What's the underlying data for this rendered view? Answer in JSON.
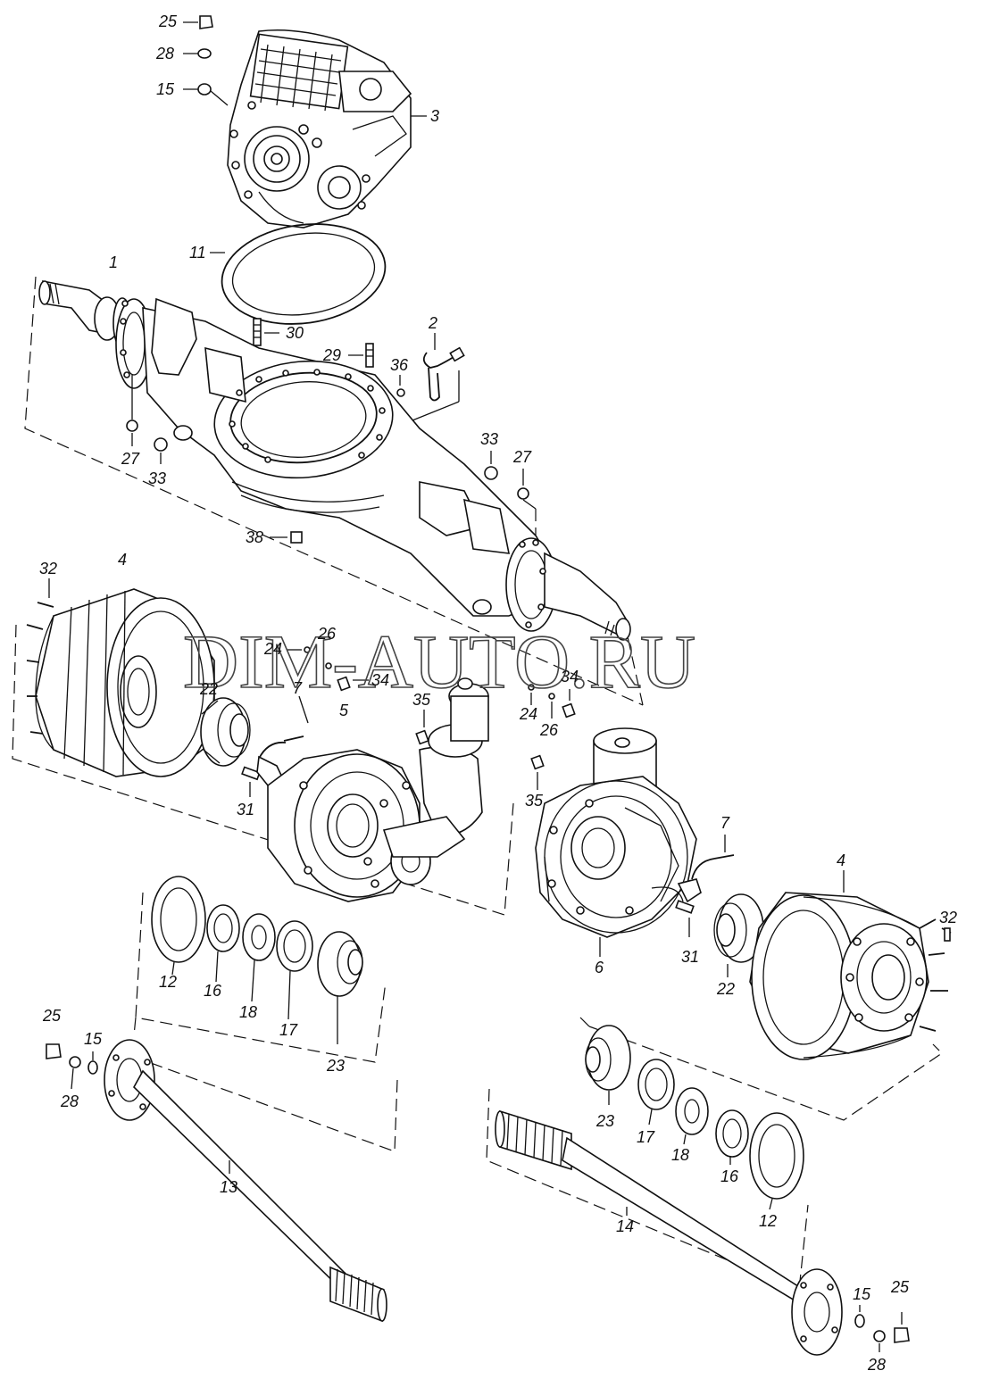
{
  "watermark": "DIM-AUTO.RU",
  "labels": {
    "25": "25",
    "28": "28",
    "15": "15",
    "3": "3",
    "11": "11",
    "1": "1",
    "30": "30",
    "29": "29",
    "36": "36",
    "2": "2",
    "27": "27",
    "33": "33",
    "38": "38",
    "32": "32",
    "4": "4",
    "24": "24",
    "26": "26",
    "7": "7",
    "34": "34",
    "22": "22",
    "5": "5",
    "35": "35",
    "31": "31",
    "6": "6",
    "12": "12",
    "16": "16",
    "18": "18",
    "17": "17",
    "23": "23",
    "13": "13",
    "14": "14"
  },
  "parts": [
    {
      "id": "main-gear",
      "number": "3"
    },
    {
      "id": "gasket",
      "number": "11"
    },
    {
      "id": "axle-housing",
      "number": "1"
    },
    {
      "id": "breather-tube",
      "number": "2"
    },
    {
      "id": "brake-drum",
      "number": "4"
    },
    {
      "id": "brake-assembly-left",
      "number": "5"
    },
    {
      "id": "brake-assembly-right",
      "number": "6"
    },
    {
      "id": "abs-sensor",
      "number": "7"
    },
    {
      "id": "axle-shaft-left",
      "number": "13"
    },
    {
      "id": "axle-shaft-right",
      "number": "14"
    }
  ]
}
